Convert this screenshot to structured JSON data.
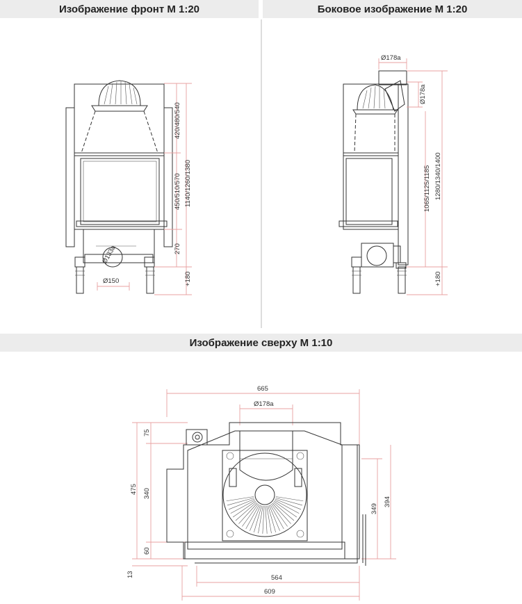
{
  "headers": {
    "front": "Изображение фронт М 1:20",
    "side": "Боковое изображение М 1:20",
    "top": "Изображение сверху М 1:10"
  },
  "front": {
    "dim_upper": "420/480/540",
    "dim_middle": "450/510/570",
    "dim_total": "1140/1260/1380",
    "dim_base": "270",
    "dim_feet": "+180",
    "flue_inlet": "Ø133a",
    "flue_bottom": "Ø150"
  },
  "side": {
    "flue_top": "Ø178a",
    "flue_side": "Ø178a",
    "dim_inner": "1065/1125/1185",
    "dim_total": "1280/1340/1400",
    "dim_feet": "+180"
  },
  "top": {
    "width_total": "665",
    "flue": "Ø178a",
    "depth_total": "475",
    "depth_upper": "75",
    "depth_middle": "340",
    "depth_lower": "60",
    "depth_front": "13",
    "right_349": "349",
    "right_394": "394",
    "width_564": "564",
    "width_609": "609"
  },
  "colors": {
    "header_bg": "#ececec",
    "line": "#333333",
    "dimension_guide": "#e8a0a0"
  }
}
